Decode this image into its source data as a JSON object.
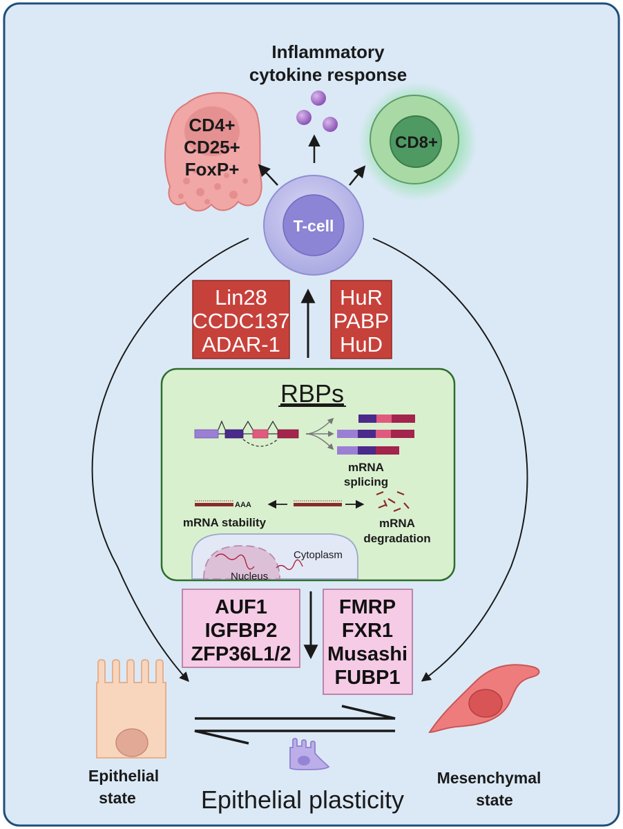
{
  "header": {
    "line1": "Inflammatory",
    "line2": "cytokine response"
  },
  "treg_cell": {
    "line1": "CD4+",
    "line2": "CD25+",
    "line3": "FoxP+"
  },
  "cd8_cell": {
    "label": "CD8+"
  },
  "t_cell": {
    "label": "T-cell"
  },
  "red_box_left": {
    "items": [
      "Lin28",
      "CCDC137",
      "ADAR-1"
    ]
  },
  "red_box_right": {
    "items": [
      "HuR",
      "PABP",
      "HuD"
    ]
  },
  "rbp_panel": {
    "title": "RBPs",
    "splicing_line1": "mRNA",
    "splicing_line2": "splicing",
    "stability": "mRNA stability",
    "poly_a": "AAA",
    "degradation_line1": "mRNA",
    "degradation_line2": "degradation",
    "cytoplasm": "Cytoplasm",
    "nucleus": "Nucleus"
  },
  "pink_box_left": {
    "items": [
      "AUF1",
      "IGFBP2",
      "ZFP36L1/2"
    ]
  },
  "pink_box_right": {
    "items": [
      "FMRP",
      "FXR1",
      "Musashi",
      "FUBP1"
    ]
  },
  "epithelial": {
    "line1": "Epithelial",
    "line2": "state"
  },
  "mesenchymal": {
    "line1": "Mesenchymal",
    "line2": "state"
  },
  "footer": {
    "title": "Epithelial plasticity"
  },
  "colors": {
    "background": "#dbe9f6",
    "frame": "#1f4f7a",
    "red_box": "#c7413b",
    "pink_box": "#f6cbe6",
    "rbp_panel": "#d9f0cf",
    "rbp_border": "#2d6e2a",
    "exon_light_purple": "#9b7fd4",
    "exon_dark_purple": "#4a2a8a",
    "exon_pink": "#e05a7e",
    "exon_maroon": "#a3244c"
  }
}
